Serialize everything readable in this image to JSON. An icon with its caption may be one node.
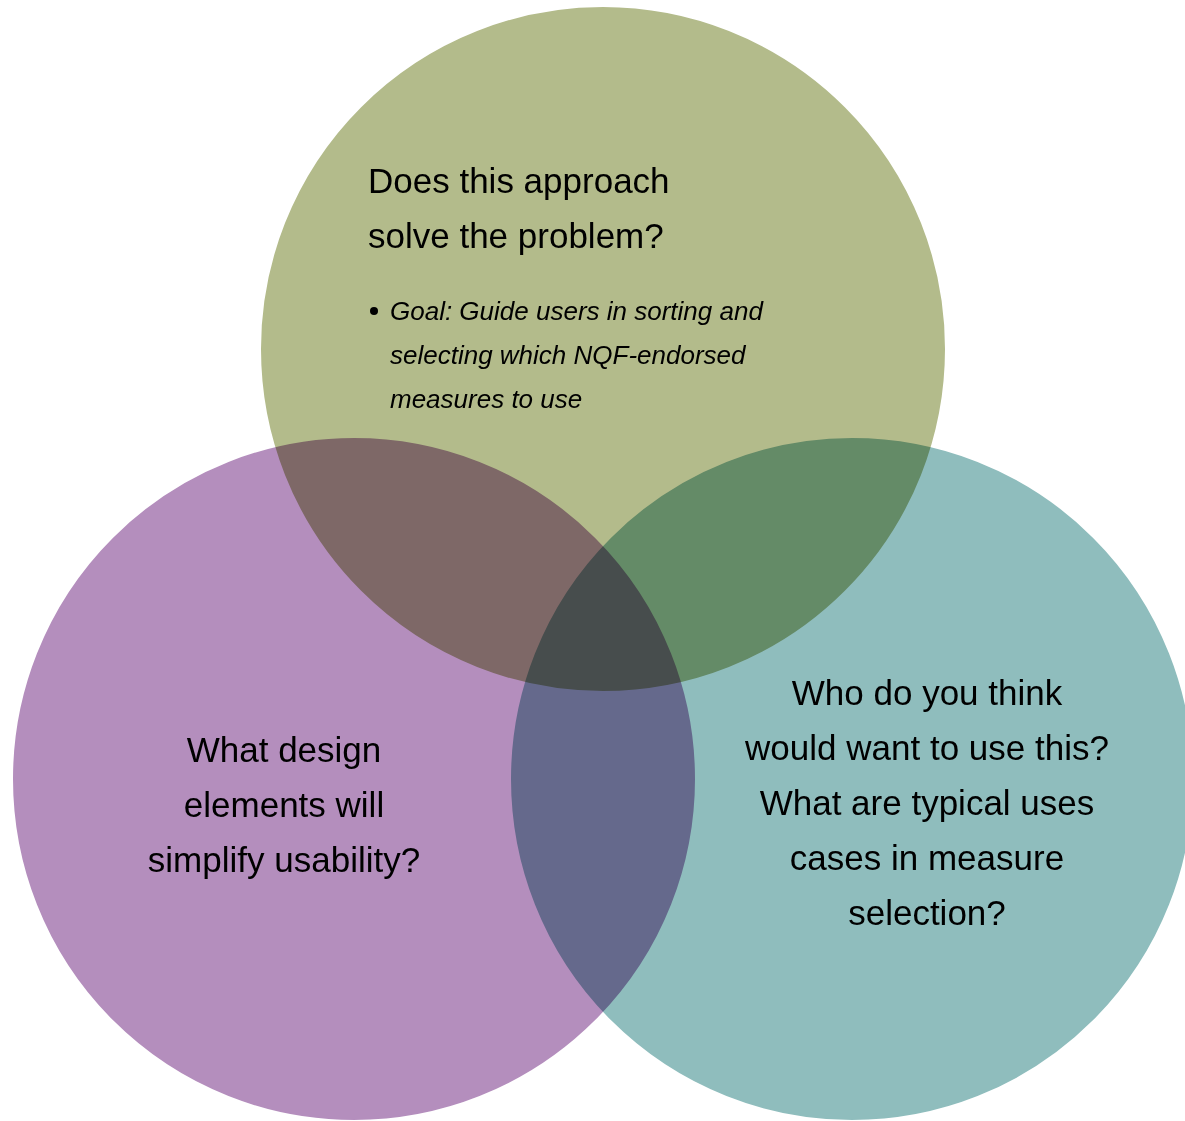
{
  "diagram": {
    "nodes": [
      {
        "text": [
          "Does this approach solve the problem?",
          "Goal: Guide users in sorting and selecting which NQF-endorsed measures to use"
        ]
      },
      {
        "text": [
          "What design elements will simplify usability?"
        ]
      },
      {
        "text": [
          "Who do you think would want to use this? What are typical uses cases in measure selection?"
        ]
      }
    ]
  }
}
